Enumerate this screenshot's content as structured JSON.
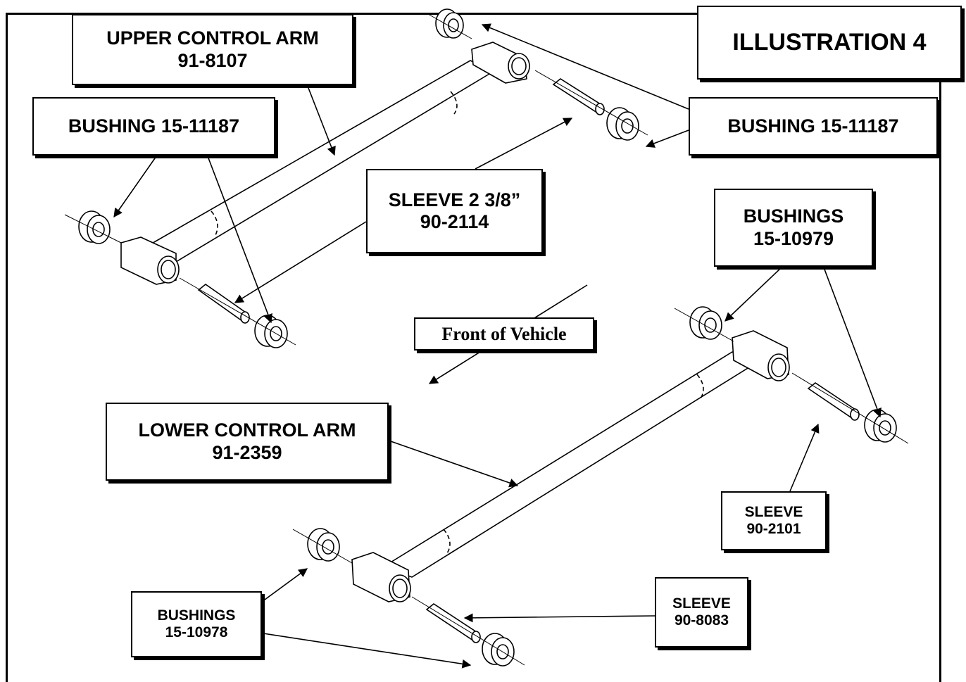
{
  "illustration_title": "ILLUSTRATION 4",
  "front_label": "Front of Vehicle",
  "labels": {
    "upper_arm": {
      "line1": "UPPER CONTROL ARM",
      "line2": "91-8107"
    },
    "bushing_left": {
      "line1": "BUSHING 15-11187"
    },
    "bushing_right": {
      "line1": "BUSHING 15-11187"
    },
    "sleeve_upper": {
      "line1": "SLEEVE 2 3/8”",
      "line2": "90-2114"
    },
    "bushings_right": {
      "line1": "BUSHINGS",
      "line2": "15-10979"
    },
    "lower_arm": {
      "line1": "LOWER CONTROL ARM",
      "line2": "91-2359"
    },
    "sleeve_right": {
      "line1": "SLEEVE",
      "line2": "90-2101"
    },
    "sleeve_lower": {
      "line1": "SLEEVE",
      "line2": "90-8083"
    },
    "bushings_lower": {
      "line1": "BUSHINGS",
      "line2": "15-10978"
    }
  },
  "colors": {
    "ink": "#000000",
    "paper": "#ffffff"
  }
}
